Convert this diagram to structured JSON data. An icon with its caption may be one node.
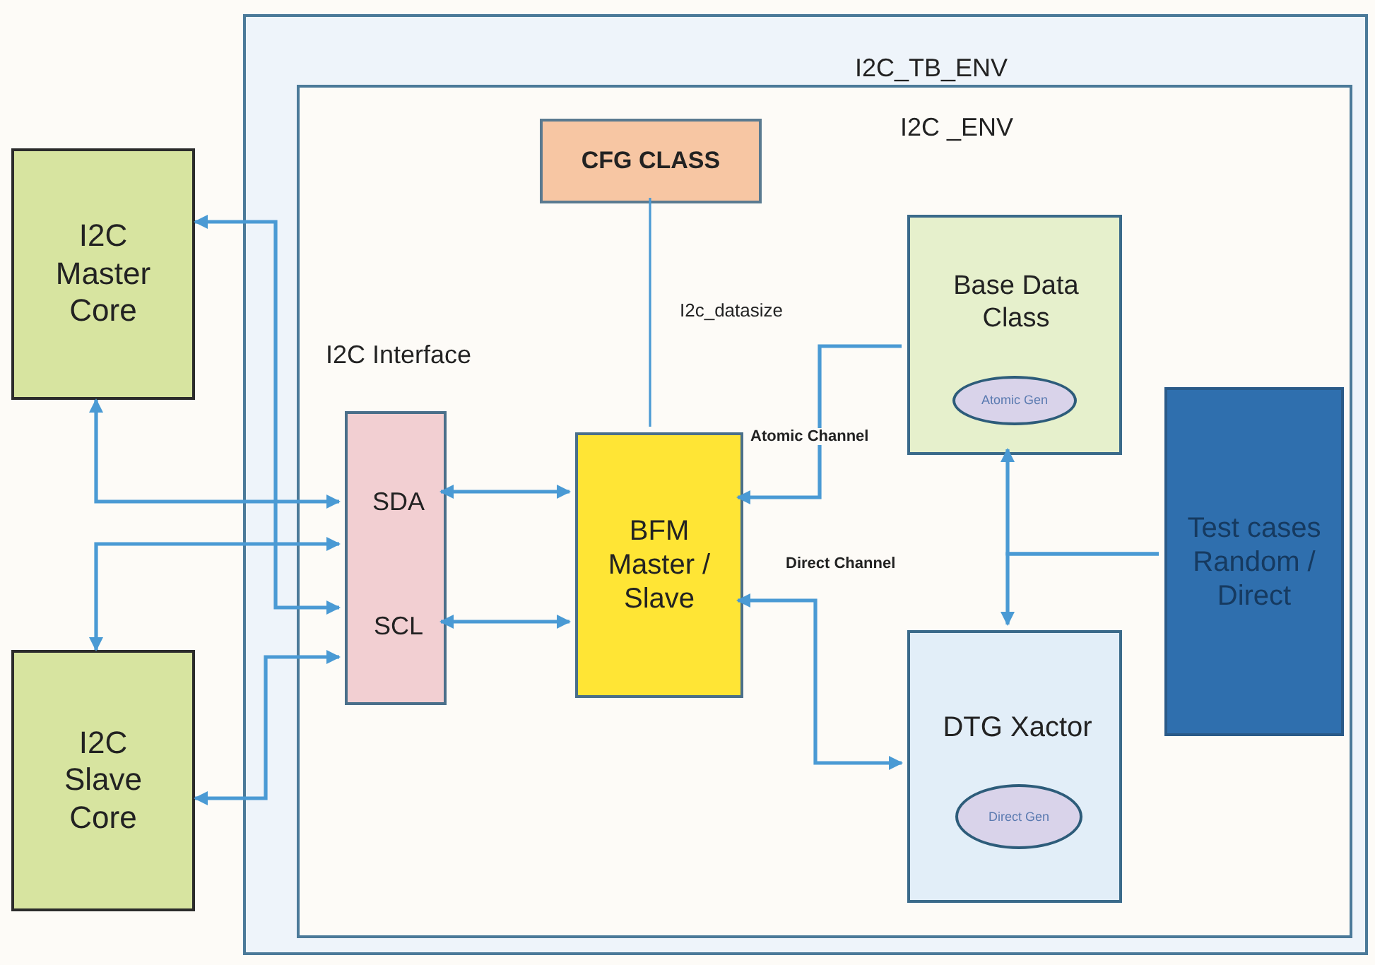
{
  "diagram": {
    "nodes": [
      {
        "text": [
          "I2C_TB_ENV"
        ]
      },
      {
        "text": [
          "I2C _ENV"
        ],
        "in": 0
      },
      {
        "text": [
          "I2C Master Core"
        ]
      },
      {
        "text": [
          "I2C Slave Core"
        ]
      },
      {
        "text": [
          "I2C Interface",
          "SDA",
          "SCL"
        ],
        "in": 1
      },
      {
        "text": [
          "CFG CLASS"
        ],
        "in": 1
      },
      {
        "text": [
          "BFM Master / Slave"
        ],
        "in": 1
      },
      {
        "text": [
          "Base Data Class"
        ],
        "in": 1
      },
      {
        "text": [
          "Atomic Gen"
        ],
        "in": 7
      },
      {
        "text": [
          "Test cases Random / Direct"
        ],
        "in": 1
      },
      {
        "text": [
          "DTG Xactor"
        ],
        "in": 1
      },
      {
        "text": [
          "Direct Gen"
        ],
        "in": 10
      }
    ],
    "edges": [
      {
        "from": 4,
        "to": 2,
        "arrow": "both"
      },
      {
        "from": 4,
        "to": 2,
        "arrow": "both"
      },
      {
        "from": 4,
        "to": 3,
        "arrow": "both"
      },
      {
        "from": 4,
        "to": 3,
        "arrow": "both"
      },
      {
        "from": 4,
        "to": 6,
        "arrow": "both"
      },
      {
        "from": 4,
        "to": 6,
        "arrow": "both"
      },
      {
        "from": 5,
        "to": 6,
        "arrow": "none",
        "label": "I2c_datasize"
      },
      {
        "from": 7,
        "to": 6,
        "arrow": "to",
        "label": "Atomic Channel"
      },
      {
        "from": 6,
        "to": 10,
        "arrow": "both",
        "label": "Direct Channel"
      },
      {
        "from": 9,
        "to": 7,
        "arrow": "to"
      },
      {
        "from": 9,
        "to": 10,
        "arrow": "to"
      }
    ]
  }
}
